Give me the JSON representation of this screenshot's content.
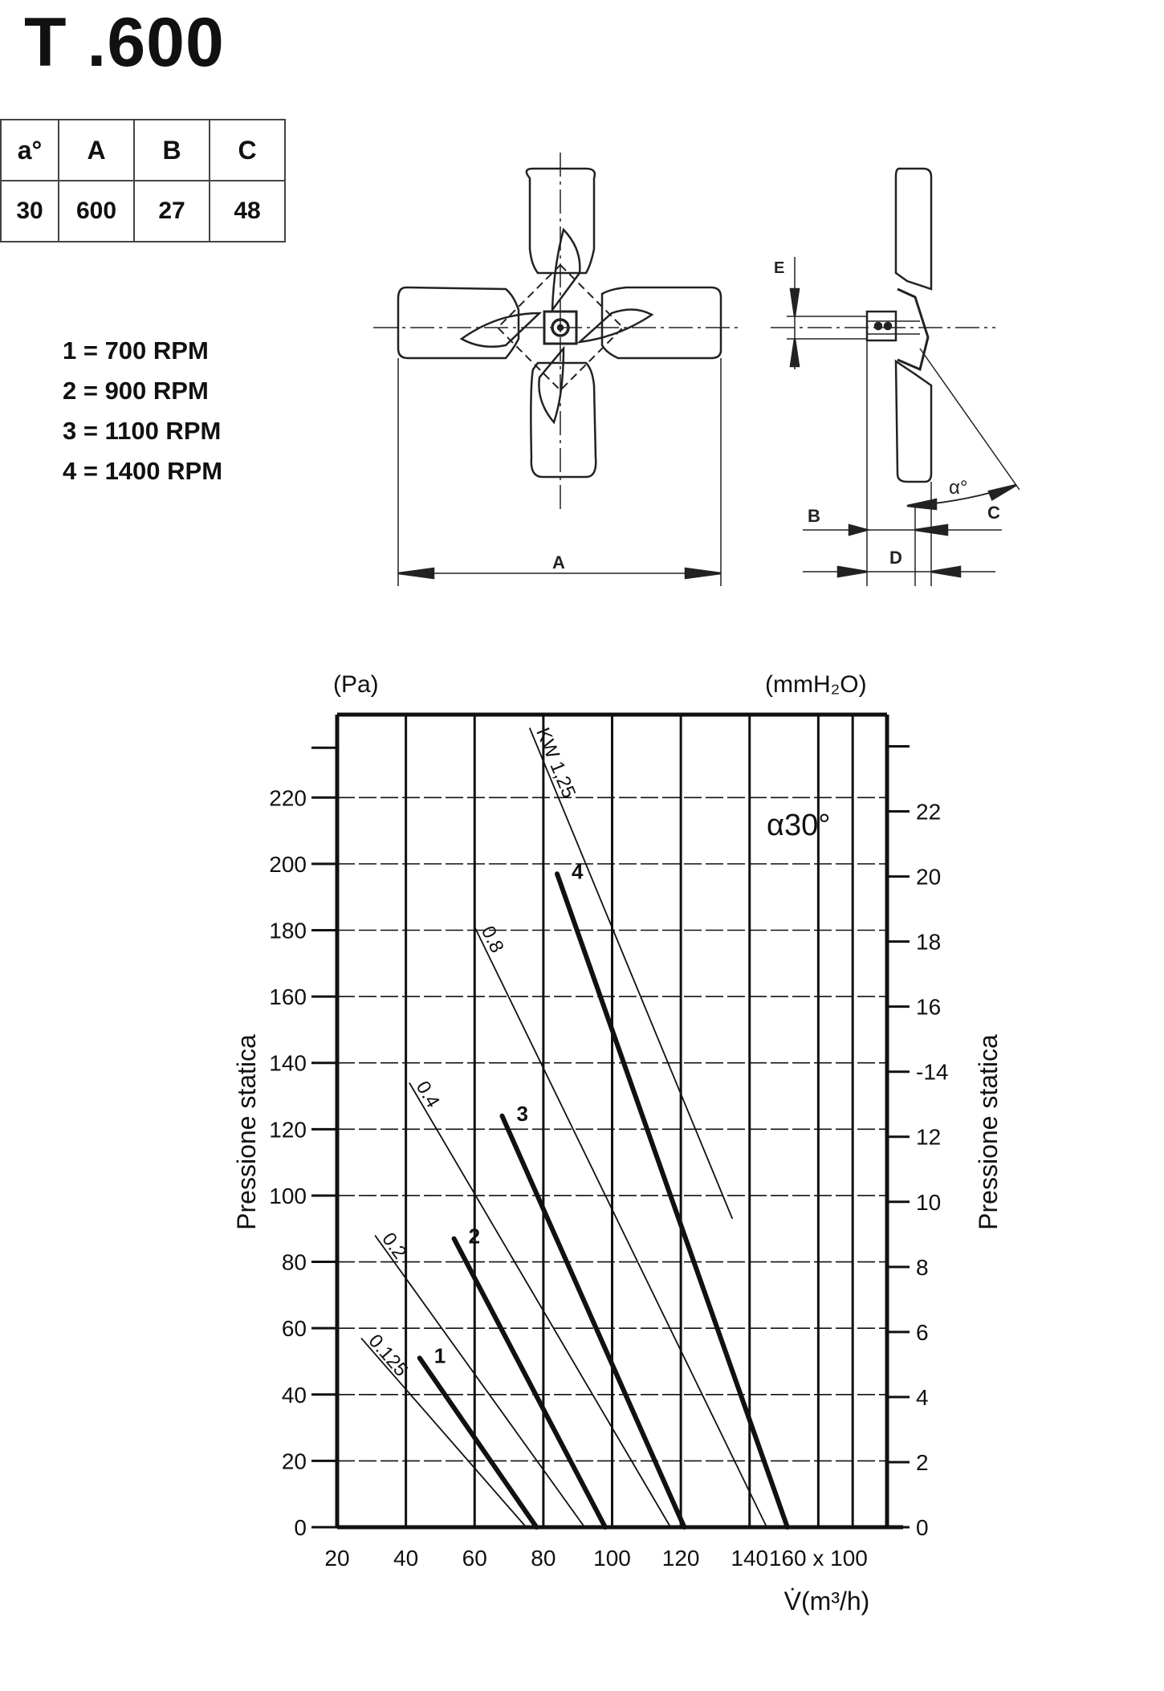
{
  "title": "T .600",
  "spec_table": {
    "headers": [
      "a°",
      "A",
      "B",
      "C"
    ],
    "values": [
      "30",
      "600",
      "27",
      "48"
    ]
  },
  "rpm_legend": [
    "1 = 700 RPM",
    "2 = 900 RPM",
    "3 = 1100 RPM",
    "4 = 1400 RPM"
  ],
  "diagram_labels": {
    "width": "A",
    "thickness": "B",
    "offset": "C",
    "depth": "D",
    "hub": "E",
    "angle": "α°"
  },
  "chart_data": {
    "type": "line",
    "left_unit": "(Pa)",
    "right_unit": "(mmH₂O)",
    "ylabel_left": "Pressione statica",
    "ylabel_right": "Pressione statica",
    "xlabel": "V̇(m³/h)",
    "angle_label": "α30°",
    "xlim": [
      20,
      180
    ],
    "ylim": [
      0,
      245
    ],
    "x_ticks": [
      "20",
      "40",
      "60",
      "80",
      "100",
      "120",
      "140",
      "160 x 100"
    ],
    "x_tick_values": [
      20,
      40,
      60,
      80,
      100,
      120,
      140,
      160
    ],
    "y_ticks_left": [
      0,
      20,
      40,
      60,
      80,
      100,
      120,
      140,
      160,
      180,
      200,
      220
    ],
    "y_ticks_right": [
      "0",
      "2",
      "4",
      "6",
      "8",
      "10",
      "12",
      "-14",
      "16",
      "18",
      "20",
      "22"
    ],
    "y_ticks_right_values": [
      0,
      2,
      4,
      6,
      8,
      10,
      12,
      14,
      16,
      18,
      20,
      22
    ],
    "series": [
      {
        "name": "1",
        "points": [
          [
            44,
            51
          ],
          [
            78,
            0
          ]
        ]
      },
      {
        "name": "2",
        "points": [
          [
            54,
            87
          ],
          [
            98,
            0
          ]
        ]
      },
      {
        "name": "3",
        "points": [
          [
            68,
            124
          ],
          [
            121,
            0
          ]
        ]
      },
      {
        "name": "4",
        "points": [
          [
            84,
            197
          ],
          [
            151,
            0
          ]
        ]
      }
    ],
    "power_lines": [
      {
        "name": "0.125",
        "points": [
          [
            27,
            57
          ],
          [
            75,
            0
          ]
        ]
      },
      {
        "name": "0.2",
        "points": [
          [
            31,
            88
          ],
          [
            92,
            0
          ]
        ]
      },
      {
        "name": "0.4",
        "points": [
          [
            41,
            134
          ],
          [
            117,
            0
          ]
        ]
      },
      {
        "name": "0.8",
        "points": [
          [
            60,
            181
          ],
          [
            145,
            0
          ]
        ]
      },
      {
        "name": "KW 1,25",
        "points": [
          [
            76,
            241
          ],
          [
            135,
            93
          ]
        ]
      }
    ]
  }
}
